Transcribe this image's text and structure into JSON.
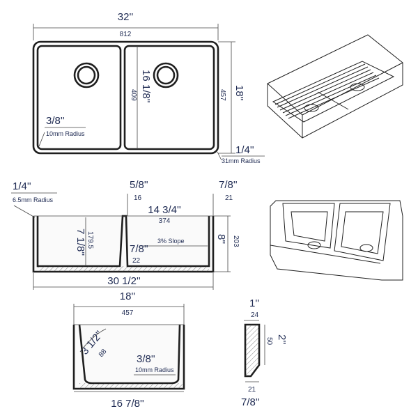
{
  "top_view": {
    "overall_width_in": "32''",
    "overall_width_mm": "812",
    "depth_in": "18''",
    "depth_mm": "457",
    "bowl_depth_in": "16 1/8''",
    "bowl_depth_mm": "409",
    "corner_radius_in": "3/8''",
    "corner_radius_mm": "10mm Radius",
    "rim_radius_in": "1/4''",
    "rim_radius_mm": "31mm Radius"
  },
  "front_section": {
    "corner_radius_in": "1/4''",
    "corner_radius_mm": "6.5mm Radius",
    "divider_in": "5/8''",
    "divider_mm": "16",
    "wall_in": "7/8''",
    "wall_mm": "21",
    "bowl_width_in": "14 3/4''",
    "bowl_width_mm": "374",
    "divider_height_in": "7 1/8''",
    "divider_height_mm": "179.5",
    "slope_label": "3% Slope",
    "floor_in": "7/8''",
    "floor_mm": "22",
    "height_in": "8''",
    "height_mm": "203",
    "bottom_width_in": "30 1/2''"
  },
  "side_section": {
    "top_width_in": "18''",
    "top_width_mm": "457",
    "inner_radius_in": "3 1/2''",
    "inner_radius_mm": "88",
    "corner_radius_in": "3/8''",
    "corner_radius_mm": "10mm Radius",
    "bottom_width_in": "16 7/8''"
  },
  "apron_detail": {
    "top_in": "1''",
    "top_mm": "24",
    "height_in": "2''",
    "height_mm": "50",
    "bottom_mm": "21",
    "bottom_in": "7/8''"
  }
}
